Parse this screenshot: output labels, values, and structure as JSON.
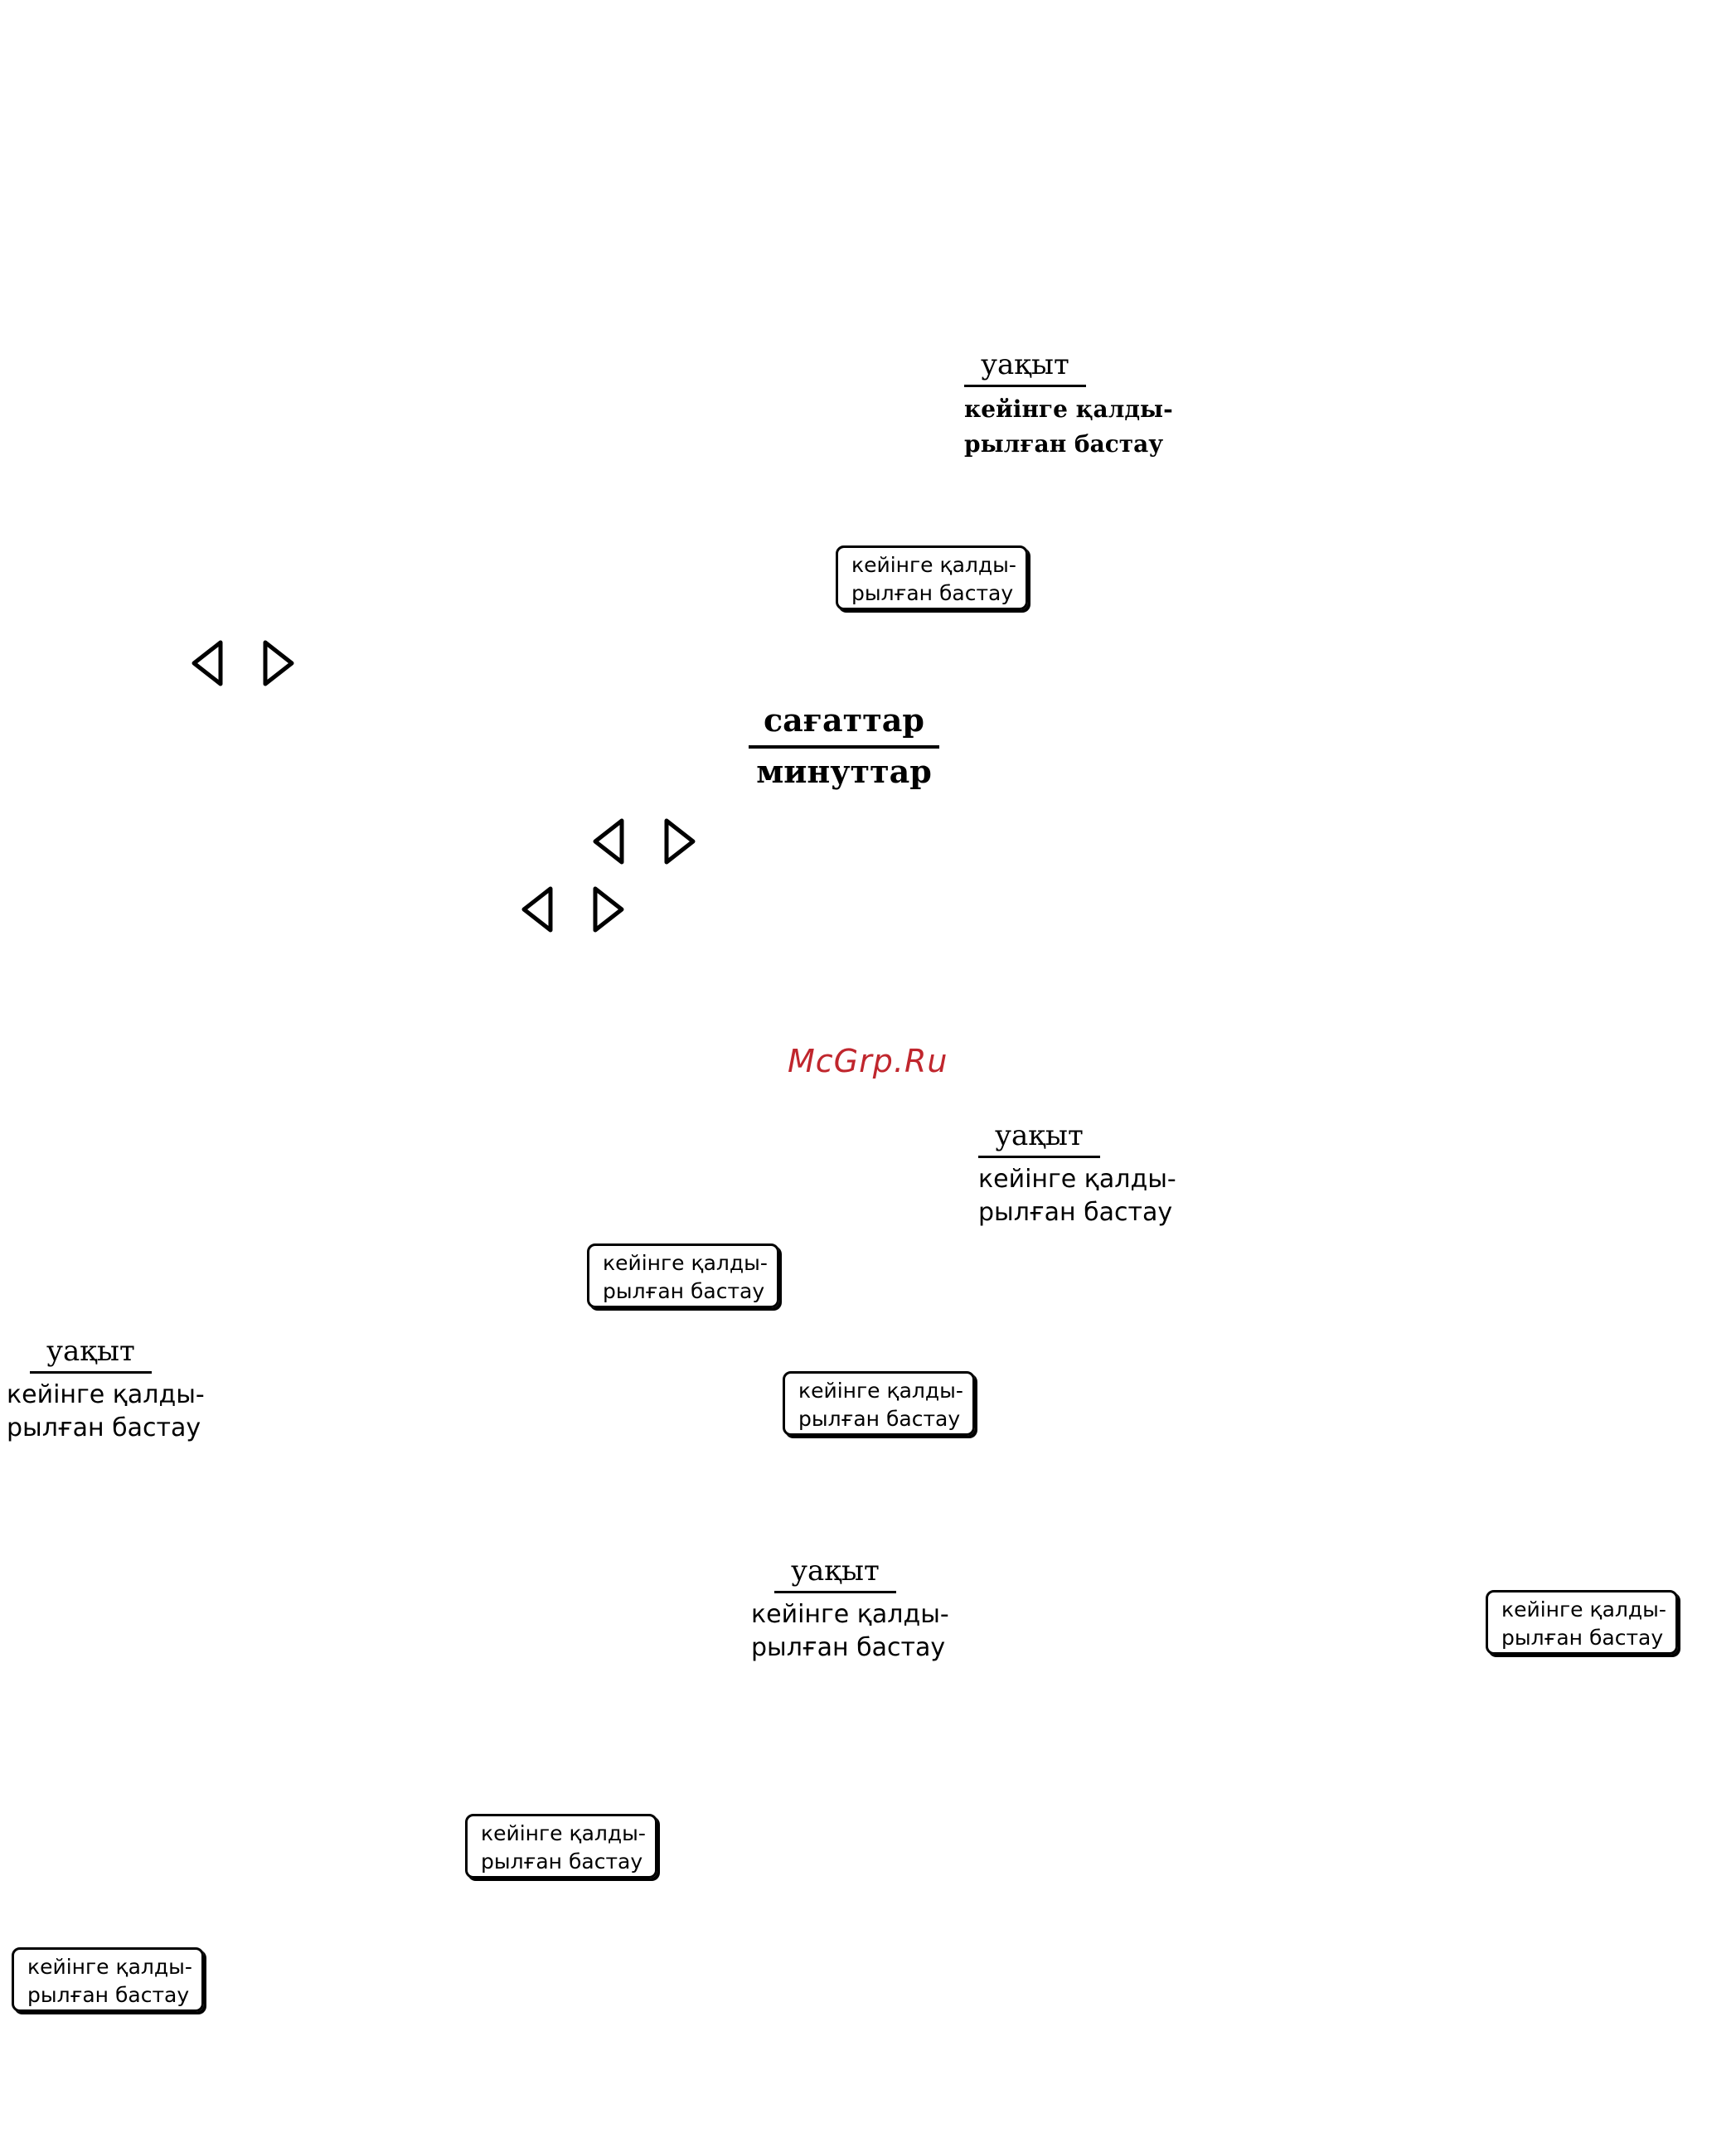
{
  "labels": {
    "time": "уақыт",
    "deferred_start_serif_line1": "кейінге қалды-",
    "deferred_start_serif_line2": "рылған бастау",
    "deferred_start_line1": "кейінге қалды-",
    "deferred_start_line2": "рылған бастау",
    "hours": "сағаттар",
    "minutes": "минуттар"
  },
  "watermark": "McGrp.Ru",
  "colors": {
    "watermark": "#c0262d",
    "ink": "#000000"
  }
}
